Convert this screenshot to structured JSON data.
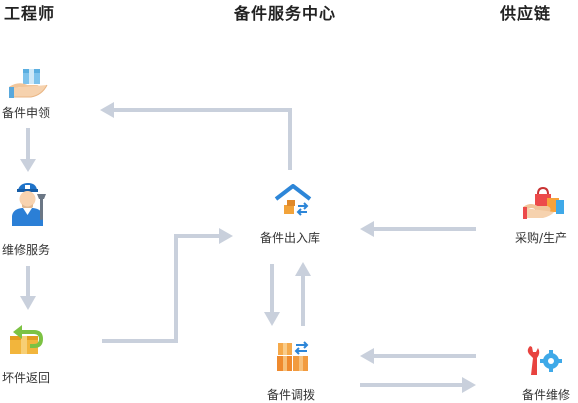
{
  "columns": {
    "engineer": "工程师",
    "service_center": "备件服务中心",
    "supply_chain": "供应链"
  },
  "nodes": {
    "spare_request": "备件申领",
    "repair_service": "维修服务",
    "bad_part_return": "坏件返回",
    "warehouse_io": "备件出入库",
    "transfer": "备件调拨",
    "procurement": "采购/生产",
    "spare_repair": "备件维修"
  },
  "colors": {
    "arrow": "#c9d0dc",
    "title": "#222222",
    "label": "#333333"
  }
}
